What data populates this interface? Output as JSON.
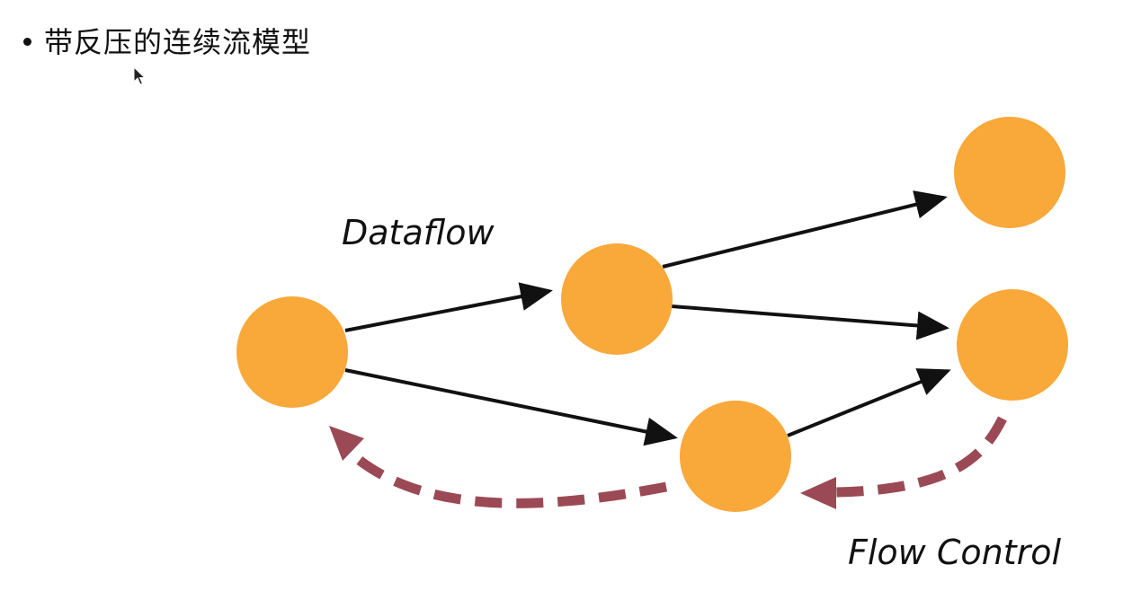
{
  "bullet": {
    "text": "带反压的连续流模型"
  },
  "diagram": {
    "dataflow_label": "Dataflow",
    "flow_control_label": "Flow Control",
    "colors": {
      "node": "#F9A83A",
      "dataflow_arrow": "#111111",
      "flow_control_arrow": "#9B4A55"
    }
  }
}
